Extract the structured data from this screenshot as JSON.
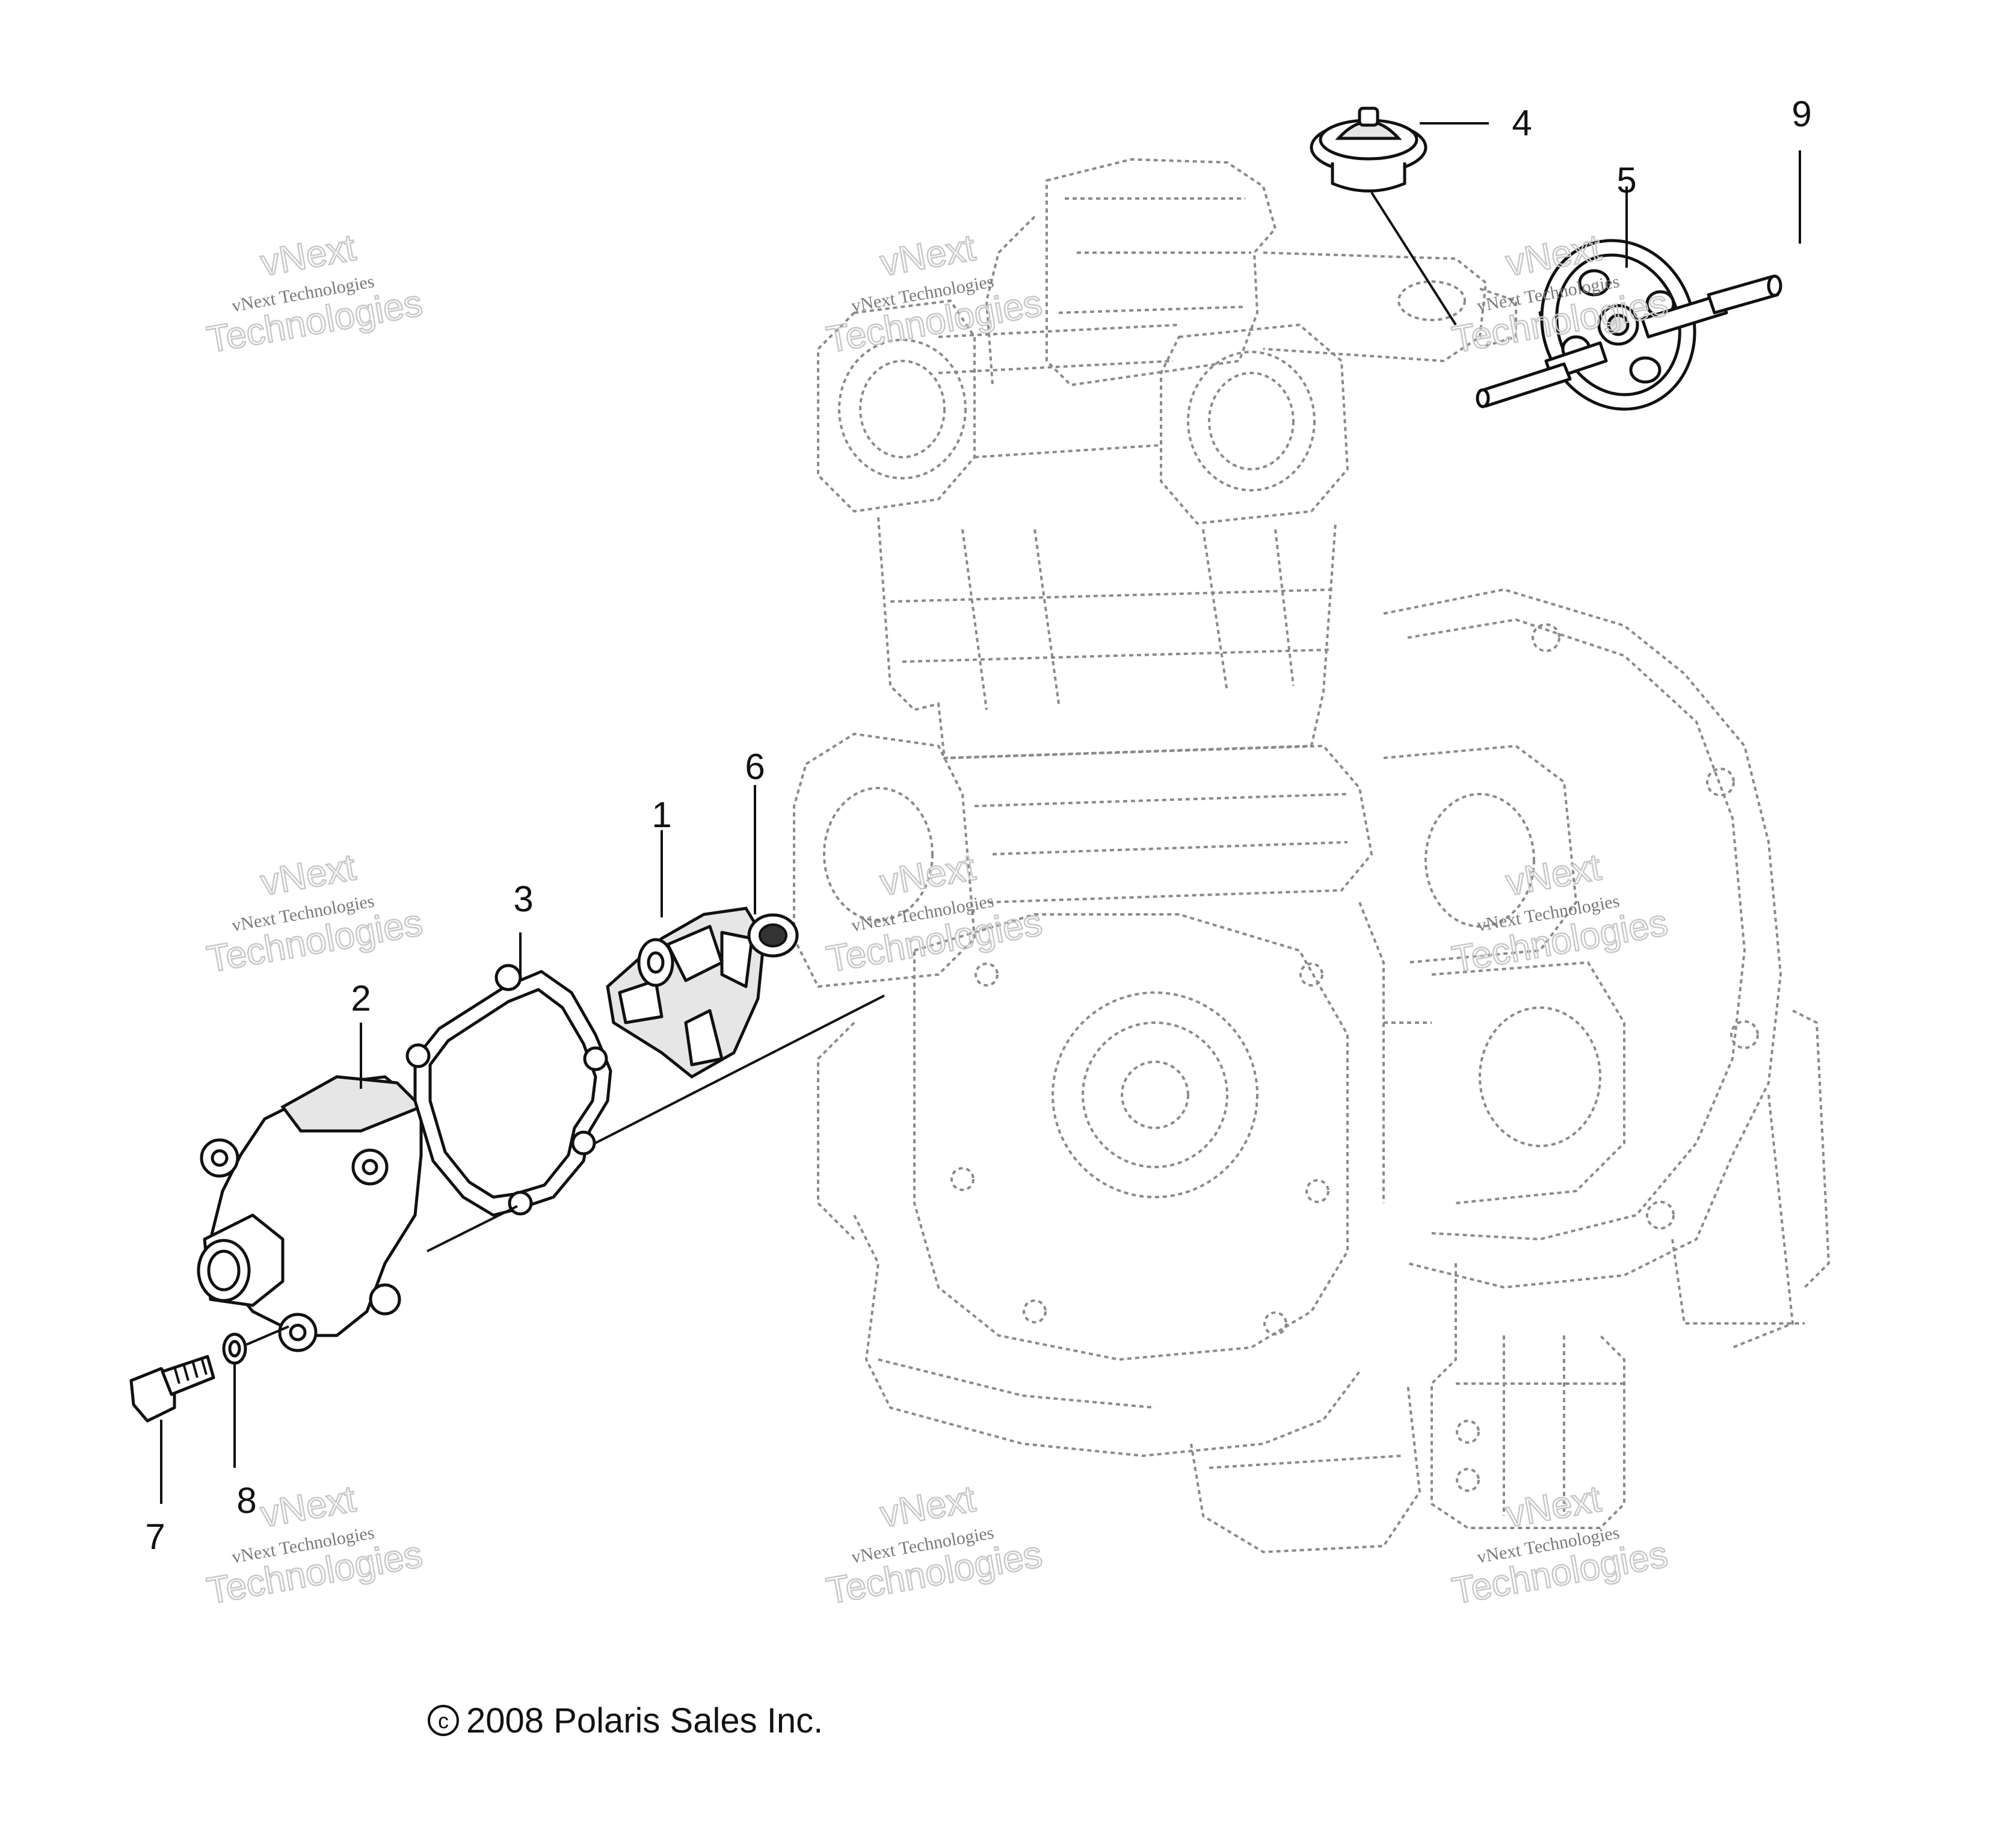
{
  "diagram": {
    "callouts": [
      "1",
      "2",
      "3",
      "4",
      "5",
      "6",
      "7",
      "8",
      "9"
    ],
    "watermark": {
      "small_text": "vNext Technologies",
      "big_line1": "vNext",
      "big_line2": "Technologies"
    },
    "copyright": {
      "symbol": "c",
      "text": "2008 Polaris Sales Inc."
    }
  }
}
